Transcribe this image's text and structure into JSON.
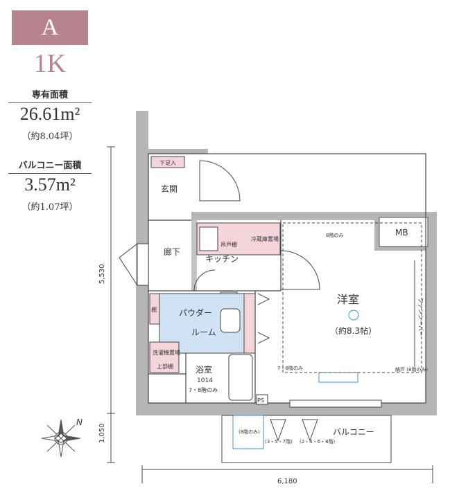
{
  "unit": {
    "type_letter": "A",
    "layout": "1K"
  },
  "areas": {
    "exclusive_label": "専有面積",
    "exclusive_value": "26.61m²",
    "exclusive_tsubo": "（約8.04坪）",
    "balcony_label": "バルコニー面積",
    "balcony_value": "3.57m²",
    "balcony_tsubo": "（約1.07坪）"
  },
  "rooms": {
    "entrance_storage": "下足入",
    "entrance": "玄関",
    "hallway": "廊下",
    "kitchen": "キッチン",
    "hanging_cabinet": "吊戸棚",
    "fridge_space": "冷蔵庫置場",
    "main_room": "洋室",
    "main_room_size": "（約8.3帖）",
    "mb": "MB",
    "ps_upper": "PS",
    "ps_lower": "PS",
    "powder_room_line1": "パウダー",
    "powder_room_line2": "ルーム",
    "bath": "浴室",
    "bath_size": "1014",
    "bath_note": "7・8階のみ",
    "washer_space": "洗濯機置場",
    "upper_cabinet": "上部棚",
    "cabinet": "棚",
    "balcony": "バルコニー",
    "fan_label": "ファンシーバー",
    "note_8f": "8階のみ",
    "note_78f": "7・8階のみ",
    "note_small_storage": "納戸 (8階のみ)",
    "note_357": "(3・5・7階)",
    "note_2468": "(2・4・6・8階)",
    "note_8f_balcony": "(8階のみ)"
  },
  "dimensions": {
    "height_main": "5,530",
    "height_balcony": "1,050",
    "width_total": "6,180"
  },
  "compass": {
    "north": "N"
  }
}
